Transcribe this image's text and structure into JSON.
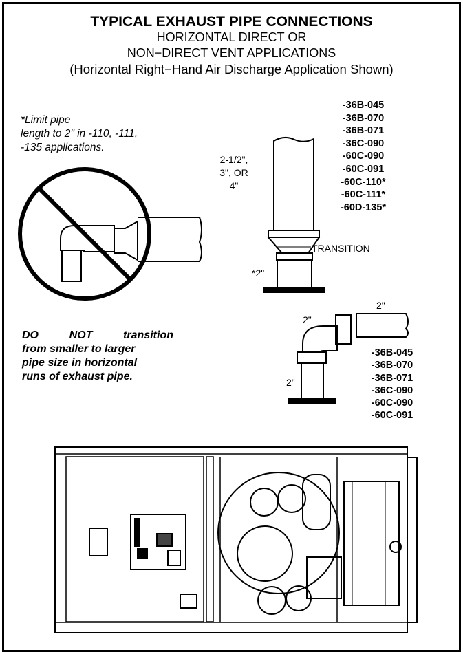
{
  "header": {
    "title": "TYPICAL EXHAUST PIPE CONNECTIONS",
    "subtitle_1": "HORIZONTAL DIRECT OR",
    "subtitle_2": "NON−DIRECT VENT APPLICATIONS",
    "subtitle_3": "(Horizontal Right−Hand Air Discharge Application Shown)"
  },
  "limit_note": {
    "line_1": "*Limit pipe",
    "line_2": "length to 2\" in -110, -111,",
    "line_3": "-135 applications."
  },
  "pipe_size_label": {
    "line_1": "2-1/2\",",
    "line_2": "3\", OR",
    "line_3": "4\""
  },
  "transition_label": "TRANSITION",
  "short_pipe_label": "*2\"",
  "models_upper": [
    "-36B-045",
    "-36B-070",
    "-36B-071",
    "-36C-090",
    "-60C-090",
    "-60C-091",
    "-60C-110*",
    "-60C-111*",
    "-60D-135*"
  ],
  "models_lower": [
    "-36B-045",
    "-36B-070",
    "-36B-071",
    "-36C-090",
    "-60C-090",
    "-60C-091"
  ],
  "elbow_labels": {
    "horizontal": "2\"",
    "elbow": "2\"",
    "vertical": "2\""
  },
  "warning": {
    "line_1_a": "DO",
    "line_1_b": "NOT",
    "line_1_c": "transition",
    "line_2": "from smaller to larger",
    "line_3": "pipe size in horizontal",
    "line_4": "runs of exhaust pipe."
  }
}
